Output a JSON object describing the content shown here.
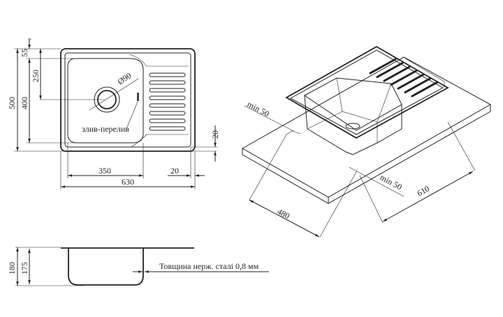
{
  "top_view": {
    "dim_500": "500",
    "dim_400": "400",
    "dim_55": "55",
    "dim_250": "250",
    "dim_diameter": "Ø90",
    "dim_20_right": "20",
    "dim_350": "350",
    "dim_20_bottom": "20",
    "dim_630": "630",
    "overflow_label": "злив-перелив"
  },
  "side_view": {
    "dim_180": "180",
    "dim_175": "175",
    "thickness_note": "Товщина нерж. сталі 0,8 мм"
  },
  "iso_view": {
    "min_top": "min 50",
    "min_bottom": "min 50",
    "dim_480": "480",
    "dim_610": "610"
  }
}
